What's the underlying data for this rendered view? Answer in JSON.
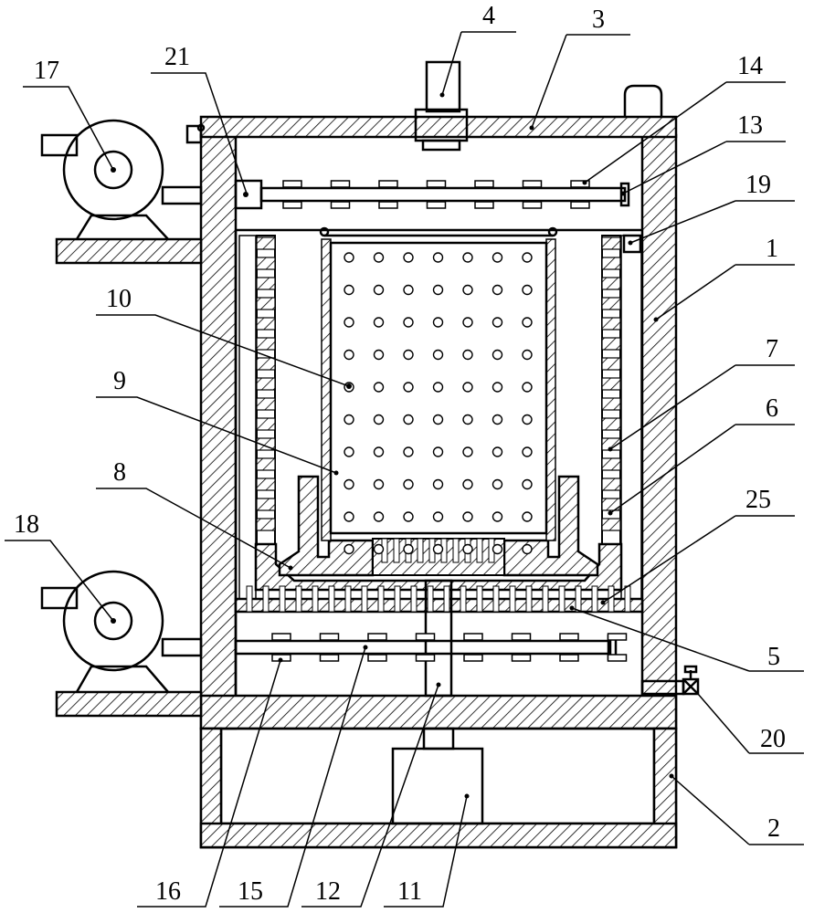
{
  "diagram": {
    "labels": [
      {
        "id": "l17",
        "text": "17"
      },
      {
        "id": "l21",
        "text": "21"
      },
      {
        "id": "l4",
        "text": "4"
      },
      {
        "id": "l3",
        "text": "3"
      },
      {
        "id": "l14",
        "text": "14"
      },
      {
        "id": "l13",
        "text": "13"
      },
      {
        "id": "l19",
        "text": "19"
      },
      {
        "id": "l1",
        "text": "1"
      },
      {
        "id": "l10",
        "text": "10"
      },
      {
        "id": "l9",
        "text": "9"
      },
      {
        "id": "l7",
        "text": "7"
      },
      {
        "id": "l6",
        "text": "6"
      },
      {
        "id": "l8",
        "text": "8"
      },
      {
        "id": "l25",
        "text": "25"
      },
      {
        "id": "l18",
        "text": "18"
      },
      {
        "id": "l5",
        "text": "5"
      },
      {
        "id": "l20",
        "text": "20"
      },
      {
        "id": "l2",
        "text": "2"
      },
      {
        "id": "l16",
        "text": "16"
      },
      {
        "id": "l15",
        "text": "15"
      },
      {
        "id": "l12",
        "text": "12"
      },
      {
        "id": "l11",
        "text": "11"
      }
    ],
    "colors": {
      "line": "#000000",
      "background": "#ffffff"
    }
  }
}
